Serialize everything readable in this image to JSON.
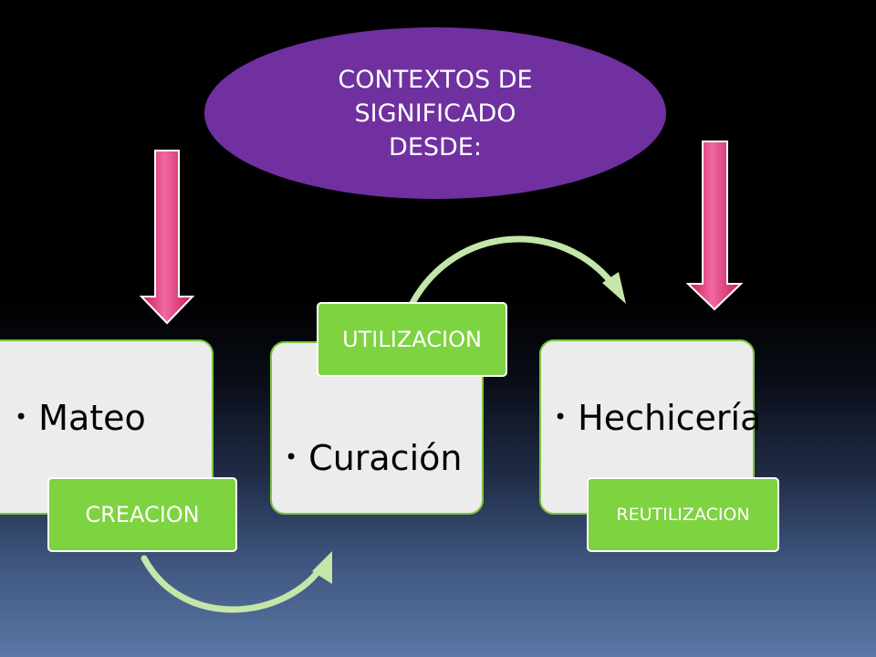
{
  "title": {
    "line1": "CONTEXTOS DE",
    "line2": "SIGNIFICADO",
    "line3": "DESDE:"
  },
  "cards": [
    {
      "label": "Mateo",
      "tag": "CREACION"
    },
    {
      "label": "Curación",
      "tag": "UTILIZACION"
    },
    {
      "label": "Hechicería",
      "tag": "REUTILIZACION"
    }
  ],
  "bullet_char": "•",
  "colors": {
    "ellipse": "#7030a0",
    "card_fill": "#ececec",
    "card_border": "#7cc43f",
    "tag_fill": "#7dd340",
    "arc": "#c4e6a9",
    "arrow_pink": "#ee4f8e"
  }
}
